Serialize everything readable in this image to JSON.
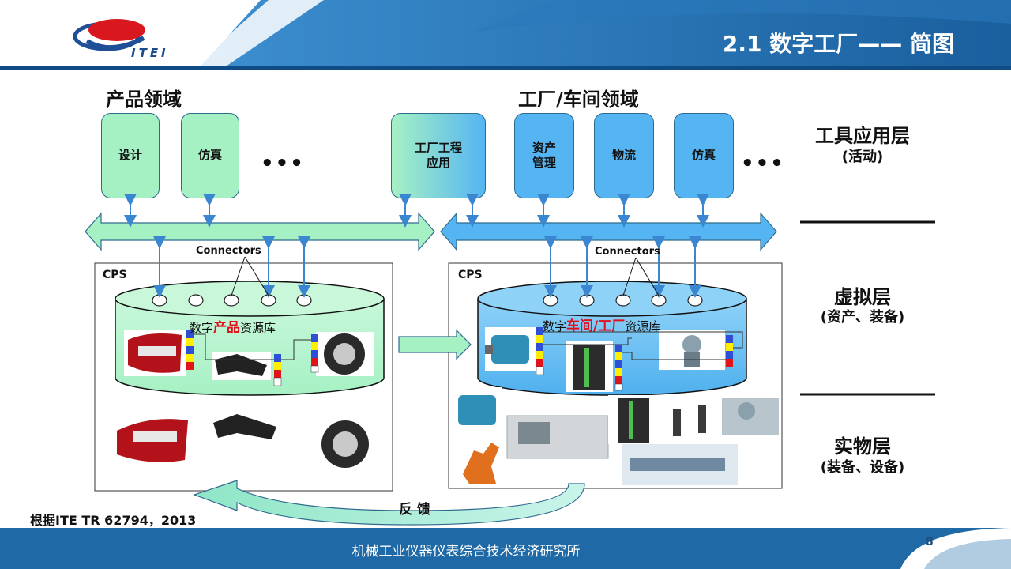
{
  "header": {
    "title": "2.1 数字工厂—— 简图",
    "logo_text": "ITEI"
  },
  "domains": {
    "product": "产品领域",
    "factory": "工厂/车间领域"
  },
  "tool_boxes": {
    "design": "设计",
    "simulation1": "仿真",
    "dots1": "•••",
    "factory_eng": "工厂工程\n应用",
    "asset_mgmt": "资产\n管理",
    "logistics": "物流",
    "simulation2": "仿真",
    "dots2": "•••"
  },
  "layers": {
    "tool_title": "工具应用层",
    "tool_sub": "(活动)",
    "virtual_title": "虚拟层",
    "virtual_sub": "(资产、装备)",
    "physical_title": "实物层",
    "physical_sub": "(装备、设备)"
  },
  "connectors_label_left": "Connectors",
  "connectors_label_right": "Connectors",
  "cps_left": "CPS",
  "cps_right": "CPS",
  "library_left": {
    "prefix": "数字",
    "highlight": "产品",
    "suffix": "资源库"
  },
  "library_right": {
    "prefix": "数字",
    "highlight": "车间/工厂",
    "suffix": "资源库"
  },
  "feedback": "反 馈",
  "source": "根据ITE TR 62794，2013",
  "footer": {
    "org": "机械工业仪器仪表综合技术经济研究所",
    "page": "8"
  },
  "colors": {
    "header_blue": "#1f6aa6",
    "bus_green": "#a6f1c4",
    "bus_blue": "#55b5f2",
    "highlight_red": "#e1101a"
  }
}
